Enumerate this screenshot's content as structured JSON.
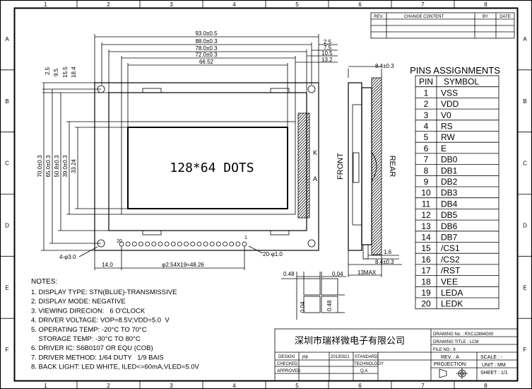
{
  "border": {
    "cols": [
      "1",
      "2",
      "3",
      "4",
      "5",
      "6",
      "7",
      "8"
    ],
    "rows": [
      "A",
      "B",
      "C",
      "D",
      "E",
      "F"
    ]
  },
  "revision_table": {
    "headers": [
      "REV.",
      "CHANGE CONTENT",
      "BY",
      "DATE"
    ]
  },
  "pins": {
    "title": "PINS ASSIGNMENTS",
    "headers": [
      "PIN",
      "SYMBOL"
    ],
    "rows": [
      [
        "1",
        "VSS"
      ],
      [
        "2",
        "VDD"
      ],
      [
        "3",
        "V0"
      ],
      [
        "4",
        "RS"
      ],
      [
        "5",
        "RW"
      ],
      [
        "6",
        "E"
      ],
      [
        "7",
        "DB0"
      ],
      [
        "8",
        "DB1"
      ],
      [
        "9",
        "DB2"
      ],
      [
        "10",
        "DB3"
      ],
      [
        "11",
        "DB4"
      ],
      [
        "12",
        "DB5"
      ],
      [
        "13",
        "DB6"
      ],
      [
        "14",
        "DB7"
      ],
      [
        "15",
        "/CS1"
      ],
      [
        "16",
        "/CS2"
      ],
      [
        "17",
        "/RST"
      ],
      [
        "18",
        "VEE"
      ],
      [
        "19",
        "LEDA"
      ],
      [
        "20",
        "LEDK"
      ]
    ]
  },
  "front_view": {
    "display_text": "128*64 DOTS",
    "top_dims": [
      "93.0±0.5",
      "88.0±0.3",
      "78.0±0.3",
      "72.0±0.3",
      "66.52"
    ],
    "right_top_dims": [
      "2.5",
      "7.5",
      "10.5",
      "13.2"
    ],
    "left_small_dims": [
      "2.5",
      "9.5",
      "15.5",
      "18.4"
    ],
    "left_dims": [
      "70.0±0.3",
      "65.0±0.3",
      "50.8±0.3",
      "39.0±0.3",
      "33.24"
    ],
    "hole_label": "4-φ3.0",
    "pad_label": "20-φ1.0",
    "pin_start": "20",
    "pin_end": "1",
    "pitch_label": "φ2.54X19=48.26",
    "offset_label": "14.0",
    "k_label": "K",
    "a_label": "A"
  },
  "side_view": {
    "front_label": "FRONT",
    "rear_label": "REAR",
    "top_dim": "8.4±0.3",
    "pin_dim": "1.6",
    "bottom_dim": "8.4±0.3",
    "max_dim": "13MAX"
  },
  "dot_detail": {
    "w1": "0.48",
    "w2": "0.04",
    "h1": "0.04",
    "h2": "0.48"
  },
  "notes": {
    "title": "NOTES:",
    "items": [
      "1. DISPLAY TYPE: STN(BLUE)-TRANSMISSIVE",
      "2. DISPLAY MODE: NEGATIVE",
      "3. VIEWING DIRECION:   6 O'CLOCK",
      "4. DRIVER VOLTAGE: VOP=8.5V;VDD=5.0  V",
      "5. OPERATING TEMP: -20°C TO 70°C",
      "    STORAGE TEMP: -30°C TO 80°C",
      "6. DRIVER IC: S6B0107 OR EQU (COB)",
      "7. DRIVER METHOD: 1/64 DUTY   1/9 BAIS",
      "8. BACK LIGHT: LED WHITE, ILED<=60mA,VLED=5.0V"
    ]
  },
  "title_block": {
    "company": "深圳市瑞祥微电子有限公司",
    "drawing_no": "DRAWING No. : RXC12864G00",
    "drawing_title": "DRAWING TITLE : LCM",
    "file_no": "FILE NO.: 8",
    "rev": "REV. : A",
    "scale": "SCALE : -",
    "projection": "PROJECTION:",
    "unit": "UNIT : MM",
    "sheet": "SHEET : 1/1",
    "design_label": "DESIGN",
    "design_name": "plp",
    "design_date": "20130321",
    "standard": "STANDARD",
    "checked": "CHECKED",
    "technology": "TECHNOLOGY",
    "approved": "APPROVED",
    "qa": "Q.A"
  }
}
